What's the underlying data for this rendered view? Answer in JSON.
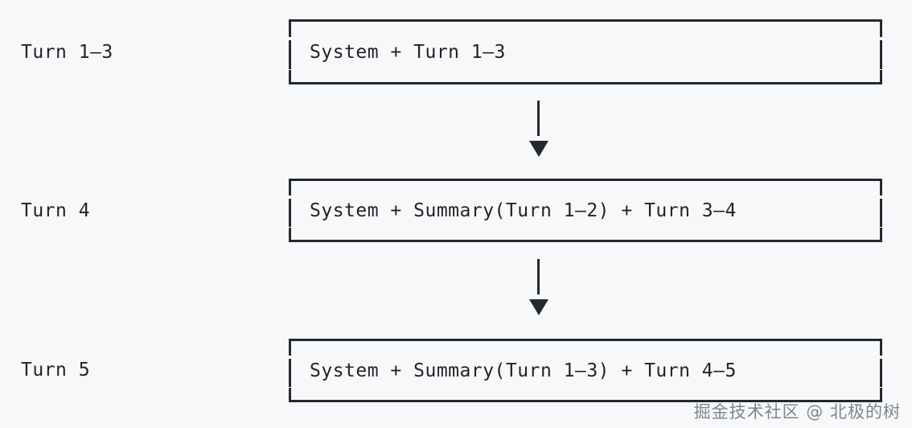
{
  "background_color": "#f7f8f9",
  "ink_color": "#24292f",
  "text_color": "#1f2328",
  "rows": [
    {
      "label": "Turn 1–3",
      "box_text": "System + Turn 1–3"
    },
    {
      "label": "Turn 4",
      "box_text": "System + Summary(Turn 1–2) + Turn 3–4"
    },
    {
      "label": "Turn 5",
      "box_text": "System + Summary(Turn 1–3) + Turn 4–5"
    }
  ],
  "connectors": [
    {
      "name": "arrow-down-1",
      "direction": "down"
    },
    {
      "name": "arrow-down-2",
      "direction": "down"
    }
  ],
  "watermark": {
    "text": "掘金技术社区 @ 北极的树",
    "color": "#6e7781"
  }
}
